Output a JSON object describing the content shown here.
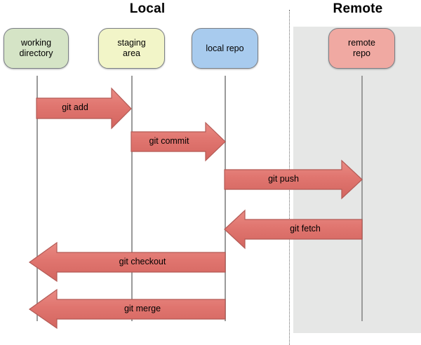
{
  "zones": {
    "local_title": "Local",
    "remote_title": "Remote"
  },
  "colors": {
    "working_directory": "#d5e4c6",
    "staging_area": "#f2f5c8",
    "local_repo": "#a8cbee",
    "remote_repo": "#f0a9a2",
    "arrow_fill": "#e0756f",
    "arrow_stroke": "#b85a56",
    "remote_background": "#e6e7e6",
    "lifeline": "#9a9a9a",
    "box_border": "#7b7f85"
  },
  "actors": [
    {
      "id": "working-directory",
      "label": "working\ndirectory"
    },
    {
      "id": "staging-area",
      "label": "staging\narea"
    },
    {
      "id": "local-repo",
      "label": "local repo"
    },
    {
      "id": "remote-repo",
      "label": "remote\nrepo"
    }
  ],
  "arrows": [
    {
      "id": "git-add",
      "label": "git add",
      "direction": "right",
      "from": "working-directory",
      "to": "staging-area"
    },
    {
      "id": "git-commit",
      "label": "git commit",
      "direction": "right",
      "from": "staging-area",
      "to": "local-repo"
    },
    {
      "id": "git-push",
      "label": "git push",
      "direction": "right",
      "from": "local-repo",
      "to": "remote-repo"
    },
    {
      "id": "git-fetch",
      "label": "git fetch",
      "direction": "left",
      "from": "remote-repo",
      "to": "local-repo"
    },
    {
      "id": "git-checkout",
      "label": "git checkout",
      "direction": "left",
      "from": "local-repo",
      "to": "working-directory"
    },
    {
      "id": "git-merge",
      "label": "git merge",
      "direction": "left",
      "from": "local-repo",
      "to": "working-directory"
    }
  ]
}
